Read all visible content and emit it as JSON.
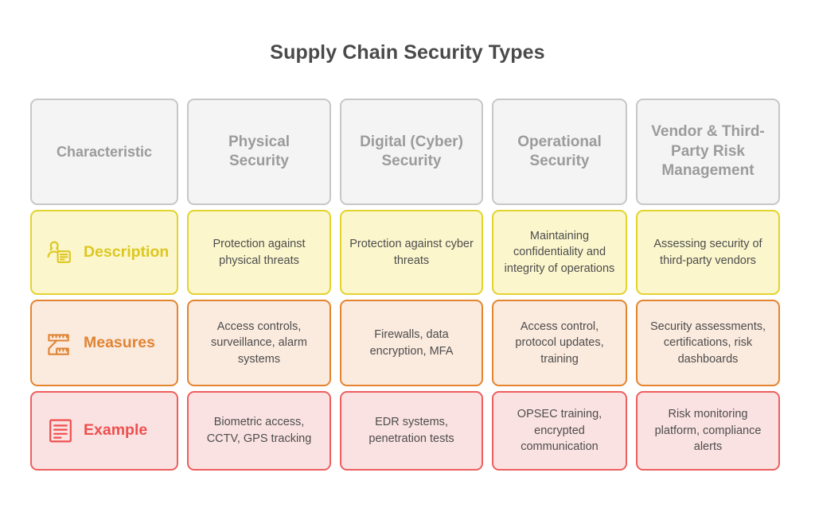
{
  "title": "Supply Chain Security Types",
  "colors": {
    "header_bg": "#f4f4f4",
    "header_border": "#c7c7c7",
    "header_text": "#9b9b9b",
    "description_bg": "#fbf6cc",
    "description_accent": "#ddc71f",
    "measures_bg": "#fbeade",
    "measures_accent": "#df8434",
    "example_bg": "#fbe2e2",
    "example_accent": "#ee4f4f",
    "body_text": "#4d4d4d",
    "title_text": "#4a4a4a"
  },
  "chart_data": {
    "type": "table",
    "title": "Supply Chain Security Types",
    "columns": [
      "Characteristic",
      "Physical Security",
      "Digital (Cyber) Security",
      "Operational Security",
      "Vendor & Third-Party Risk Management"
    ],
    "rows": [
      {
        "label": "Description",
        "icon": "person-document-icon",
        "accent": "#ddc71f",
        "cells": [
          "Protection against physical threats",
          "Protection against cyber threats",
          "Maintaining confidentiality and integrity of operations",
          "Assessing security of third-party vendors"
        ]
      },
      {
        "label": "Measures",
        "icon": "measuring-tape-icon",
        "accent": "#df8434",
        "cells": [
          "Access controls, surveillance, alarm systems",
          "Firewalls, data encryption, MFA",
          "Access control, protocol updates, training",
          "Security assessments, certifications, risk dashboards"
        ]
      },
      {
        "label": "Example",
        "icon": "document-lines-icon",
        "accent": "#ee4f4f",
        "cells": [
          "Biometric access, CCTV, GPS tracking",
          "EDR systems, penetration tests",
          "OPSEC training, encrypted communication",
          "Risk monitoring platform, compliance alerts"
        ]
      }
    ]
  },
  "header": {
    "col0": "Characteristic",
    "col1": "Physical Security",
    "col2": "Digital (Cyber) Security",
    "col3": "Operational Security",
    "col4": "Vendor & Third-Party Risk Management"
  },
  "description_row": {
    "label": "Description",
    "c1": "Protection against physical threats",
    "c2": "Protection against cyber threats",
    "c3": "Maintaining confidentiality and integrity of operations",
    "c4": "Assessing security of third-party vendors"
  },
  "measures_row": {
    "label": "Measures",
    "c1": "Access controls, surveillance, alarm systems",
    "c2": "Firewalls, data encryption, MFA",
    "c3": "Access control, protocol updates, training",
    "c4": "Security assessments, certifications, risk dashboards"
  },
  "example_row": {
    "label": "Example",
    "c1": "Biometric access, CCTV, GPS tracking",
    "c2": "EDR systems, penetration tests",
    "c3": "OPSEC training, encrypted communication",
    "c4": "Risk monitoring platform, compliance alerts"
  }
}
